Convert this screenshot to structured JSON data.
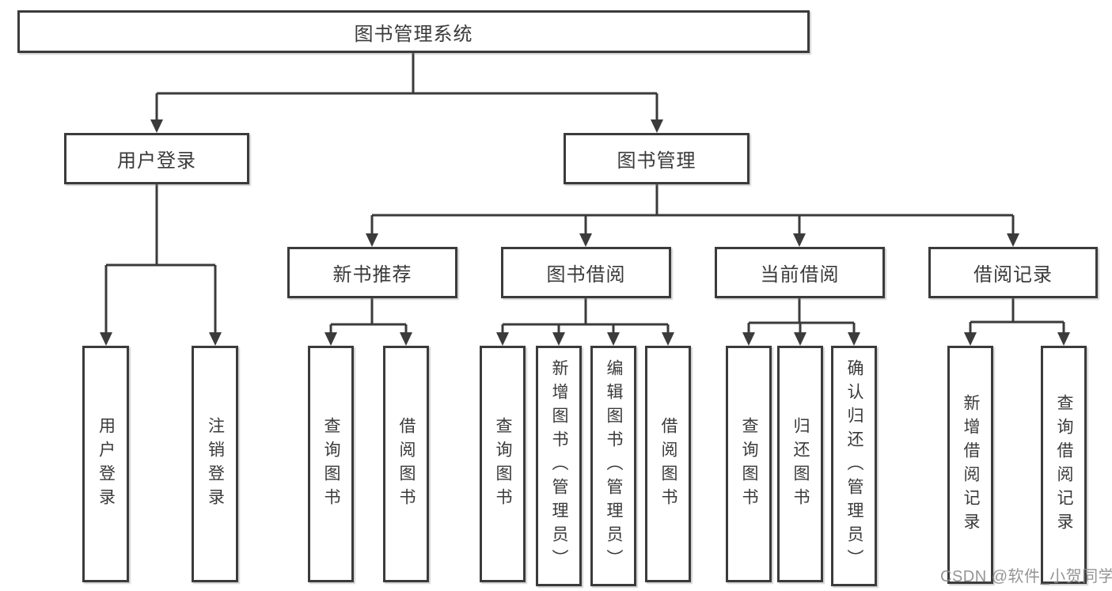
{
  "watermark": "CSDN @软件_小贺同学",
  "colors": {
    "line": "#3b3b3b",
    "box_border": "#3b3b3b",
    "box_fill": "#ffffff",
    "text": "#3a3a3a",
    "watermark": "#8c8c8c",
    "background": "#ffffff"
  },
  "nodes": {
    "root": "图书管理系统",
    "user_login_branch": "用户登录",
    "book_management_branch": "图书管理",
    "new_book_recommend": "新书推荐",
    "book_borrow": "图书借阅",
    "current_borrow": "当前借阅",
    "borrow_records": "借阅记录",
    "leaf_user_login": "用户登录",
    "leaf_logout": "注销登录",
    "leaf_nbr_query_books": "查询图书",
    "leaf_nbr_borrow_books": "借阅图书",
    "leaf_bb_query_books": "查询图书",
    "leaf_bb_add_books": "新增图书（管理员）",
    "leaf_bb_edit_books": "编辑图书（管理员）",
    "leaf_bb_borrow_books": "借阅图书",
    "leaf_cb_query_books": "查询图书",
    "leaf_cb_return_books": "归还图书",
    "leaf_cb_confirm_return": "确认归还（管理员）",
    "leaf_br_add_record": "新增借阅记录",
    "leaf_br_query_record": "查询借阅记录"
  },
  "hierarchy": {
    "图书管理系统": {
      "用户登录": [
        "用户登录",
        "注销登录"
      ],
      "图书管理": {
        "新书推荐": [
          "查询图书",
          "借阅图书"
        ],
        "图书借阅": [
          "查询图书",
          "新增图书（管理员）",
          "编辑图书（管理员）",
          "借阅图书"
        ],
        "当前借阅": [
          "查询图书",
          "归还图书",
          "确认归还（管理员）"
        ],
        "借阅记录": [
          "新增借阅记录",
          "查询借阅记录"
        ]
      }
    }
  }
}
